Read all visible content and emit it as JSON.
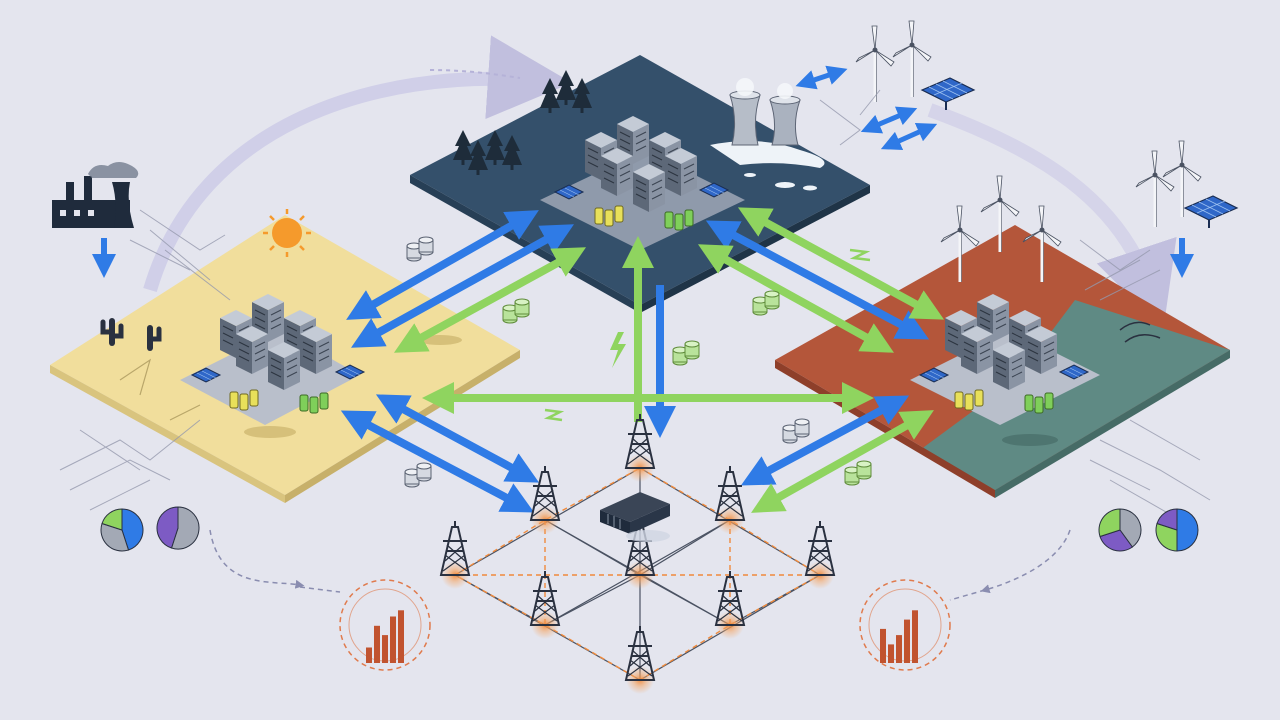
{
  "diagram": {
    "regions": [
      {
        "id": "desert",
        "terrain": "desert-sand",
        "color": "#f1de9c"
      },
      {
        "id": "boreal",
        "terrain": "snow-forest",
        "color": "#34506b"
      },
      {
        "id": "mixed",
        "terrain": "red-clay-and-wetland",
        "colors": [
          "#b4563a",
          "#5f8a84"
        ]
      }
    ],
    "flow_colors": {
      "data": "#2f7be6",
      "power": "#8fd45f"
    },
    "transmission_towers": 9,
    "accent_colors": {
      "grid_nodes": "#f08a3c",
      "bars": "#c1532f",
      "pie_blue": "#2f7be6",
      "pie_green": "#8fd45f",
      "pie_purple": "#7d5bc4",
      "pie_gray": "#a3a9b5"
    },
    "bar_charts": [
      {
        "values": [
          0.25,
          0.6,
          0.45,
          0.75,
          0.85
        ]
      },
      {
        "values": [
          0.55,
          0.3,
          0.45,
          0.7,
          0.85
        ]
      }
    ],
    "pie_charts": [
      {
        "slices": [
          0.45,
          0.35,
          0.2
        ]
      },
      {
        "slices": [
          0.55,
          0.45
        ]
      },
      {
        "slices": [
          0.4,
          0.3,
          0.3
        ]
      },
      {
        "slices": [
          0.5,
          0.3,
          0.2
        ]
      }
    ],
    "icons": [
      "factory-icon",
      "sun-icon",
      "cactus-icon",
      "pine-tree-icon",
      "cooling-tower-icon",
      "wind-turbine-icon",
      "solar-panel-icon",
      "server-rack-icon",
      "battery-icon",
      "coin-stack-icon",
      "lightning-icon",
      "transmission-tower-icon",
      "transformer-icon",
      "bar-chart-icon",
      "pie-chart-icon"
    ]
  }
}
